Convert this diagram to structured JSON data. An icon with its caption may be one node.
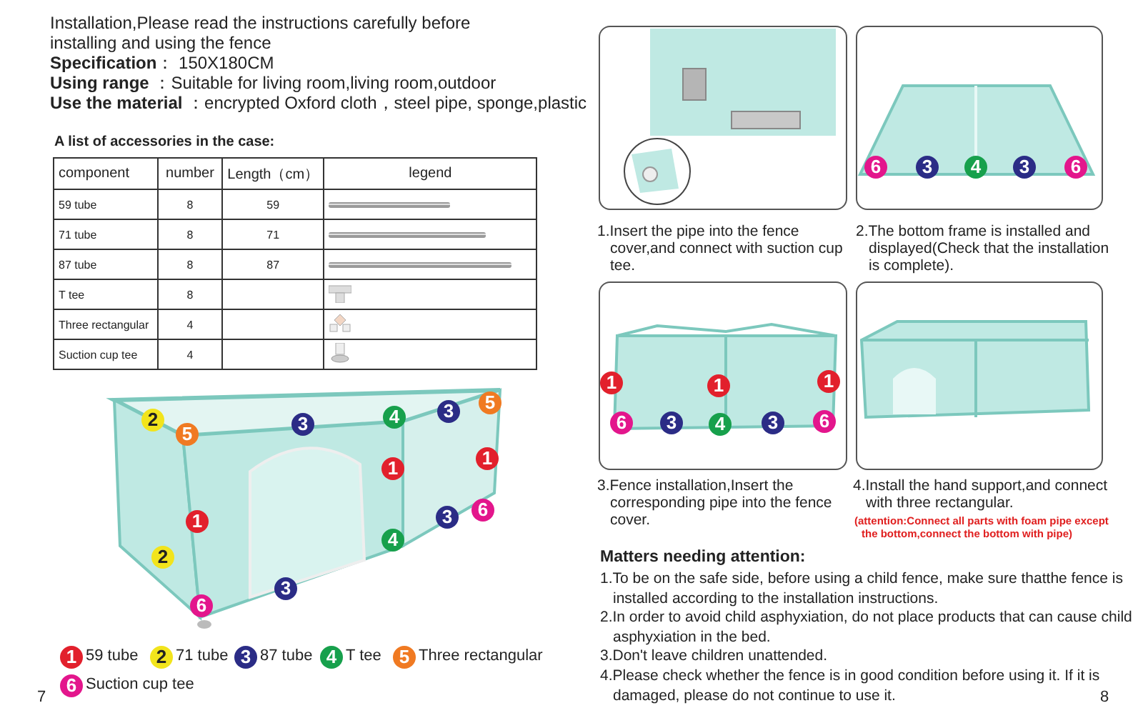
{
  "diagram": {
    "labels": [
      "Installation,Please read the instructions carefully before installing and using the fence",
      "**Specification**： 150X180CM",
      "**Using range** ：Suitable for living room,living room,outdoor",
      "**Use the material** ：encrypted Oxford cloth，steel pipe, sponge,plastic",
      "A list of accessories in the case:",
      "component",
      "number",
      "Length（cm）",
      "legend",
      "59 tube",
      "8",
      "59",
      "71 tube",
      "8",
      "71",
      "87 tube",
      "8",
      "87",
      "T tee",
      "8",
      "Three rectangular",
      "4",
      "Suction cup tee",
      "4",
      "2",
      "5",
      "3",
      "4",
      "3",
      "5",
      "1",
      "1",
      "1",
      "3",
      "6",
      "4",
      "2",
      "3",
      "6",
      "6",
      "3",
      "4",
      "3",
      "6",
      "1",
      "1",
      "1",
      "6",
      "3",
      "4",
      "3",
      "6",
      "1.Insert the pipe into the fence cover,and connect with suction cup tee.",
      "2.The bottom frame is installed and displayed(Check that the installation is complete).",
      "3.Fence installation,Insert the corresponding pipe into the fence cover.",
      "4.Install the hand support,and connect with three rectangular.",
      "(attention:Connect all parts with foam pipe except the bottom,connect the bottom with pipe)",
      "Matters needing attention:",
      "1.To be on the safe side, before using a child fence, make sure thatthe fence is installed according to the installation instructions.",
      "2.In order to avoid child asphyxiation, do not place products that can cause child asphyxiation in the bed.",
      "3.Don't leave children unattended.",
      "4.Please check whether the fence is in good condition before using it. If it is damaged, please do not continue to use it.",
      "1",
      "2",
      "3",
      "4",
      "5",
      "6",
      "7",
      "8"
    ],
    "legend": [
      {
        "text": "59 tube",
        "color": "#e2202c"
      },
      {
        "text": "71 tube",
        "color": "#f2e41c"
      },
      {
        "text": "87 tube",
        "color": "#2b2c86"
      },
      {
        "text": "T tee",
        "color": "#17a04c"
      },
      {
        "text": "Three rectangular",
        "color": "#f07a22"
      },
      {
        "text": "Suction cup tee",
        "color": "#e3168c"
      }
    ]
  }
}
